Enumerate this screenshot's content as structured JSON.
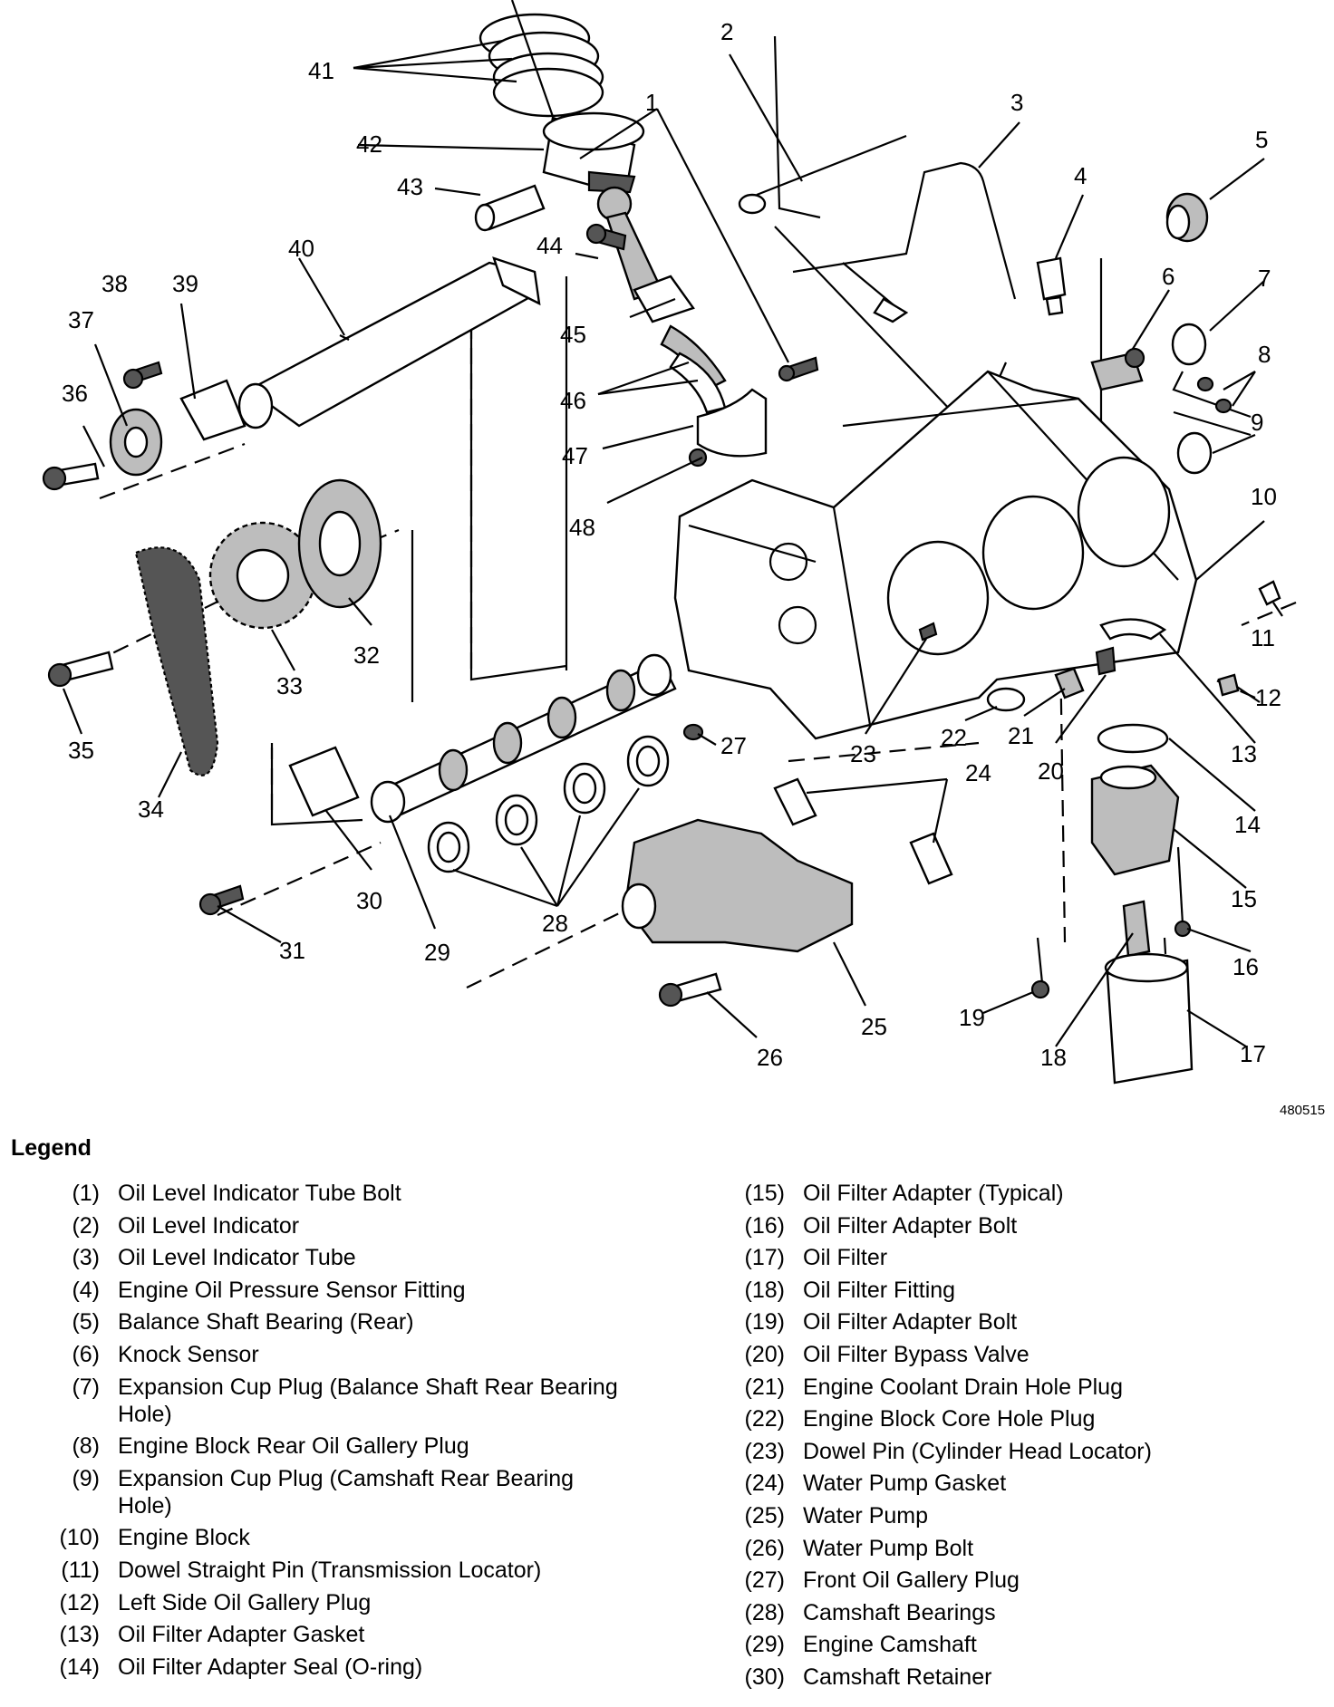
{
  "figure_id": "480515",
  "legend_title": "Legend",
  "callouts": [
    "1",
    "2",
    "3",
    "4",
    "5",
    "6",
    "7",
    "8",
    "9",
    "10",
    "11",
    "12",
    "13",
    "14",
    "15",
    "16",
    "17",
    "18",
    "19",
    "20",
    "21",
    "22",
    "23",
    "24",
    "25",
    "26",
    "27",
    "28",
    "29",
    "30",
    "31",
    "32",
    "33",
    "34",
    "35",
    "36",
    "37",
    "38",
    "39",
    "40",
    "41",
    "42",
    "43",
    "44",
    "45",
    "46",
    "47",
    "48"
  ],
  "legend_left": [
    {
      "num": "(1)",
      "text": "Oil Level Indicator Tube Bolt"
    },
    {
      "num": "(2)",
      "text": "Oil Level Indicator"
    },
    {
      "num": "(3)",
      "text": "Oil Level Indicator Tube"
    },
    {
      "num": "(4)",
      "text": "Engine Oil Pressure Sensor Fitting"
    },
    {
      "num": "(5)",
      "text": "Balance Shaft Bearing (Rear)"
    },
    {
      "num": "(6)",
      "text": "Knock Sensor"
    },
    {
      "num": "(7)",
      "text": "Expansion Cup Plug (Balance Shaft Rear Bearing Hole)"
    },
    {
      "num": "(8)",
      "text": "Engine Block Rear Oil Gallery Plug"
    },
    {
      "num": "(9)",
      "text": "Expansion Cup Plug (Camshaft Rear Bearing Hole)"
    },
    {
      "num": "(10)",
      "text": "Engine Block"
    },
    {
      "num": "(11)",
      "text": "Dowel Straight Pin (Transmission Locator)"
    },
    {
      "num": "(12)",
      "text": "Left Side Oil Gallery Plug"
    },
    {
      "num": "(13)",
      "text": "Oil Filter Adapter Gasket"
    },
    {
      "num": "(14)",
      "text": "Oil Filter Adapter Seal (O-ring)"
    }
  ],
  "legend_right": [
    {
      "num": "(15)",
      "text": "Oil Filter Adapter (Typical)"
    },
    {
      "num": "(16)",
      "text": "Oil Filter Adapter Bolt"
    },
    {
      "num": "(17)",
      "text": "Oil Filter"
    },
    {
      "num": "(18)",
      "text": "Oil Filter Fitting"
    },
    {
      "num": "(19)",
      "text": "Oil Filter Adapter Bolt"
    },
    {
      "num": "(20)",
      "text": "Oil Filter Bypass Valve"
    },
    {
      "num": "(21)",
      "text": "Engine Coolant Drain Hole Plug"
    },
    {
      "num": "(22)",
      "text": "Engine Block Core Hole Plug"
    },
    {
      "num": "(23)",
      "text": "Dowel Pin (Cylinder Head Locator)"
    },
    {
      "num": "(24)",
      "text": "Water Pump Gasket"
    },
    {
      "num": "(25)",
      "text": "Water Pump"
    },
    {
      "num": "(26)",
      "text": "Water Pump Bolt"
    },
    {
      "num": "(27)",
      "text": "Front Oil Gallery Plug"
    },
    {
      "num": "(28)",
      "text": "Camshaft Bearings"
    },
    {
      "num": "(29)",
      "text": "Engine Camshaft"
    },
    {
      "num": "(30)",
      "text": "Camshaft Retainer"
    }
  ]
}
